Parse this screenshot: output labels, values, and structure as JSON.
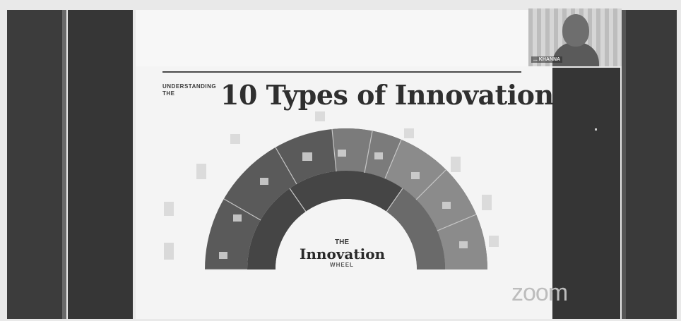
{
  "slide": {
    "title_prefix": "UNDERSTANDING THE",
    "title": "10 Types of Innovation",
    "wheel_center": {
      "the": "THE",
      "main": "Innovation",
      "sub": "WHEEL"
    }
  },
  "video_tile": {
    "participant_name": "...  KHANNA"
  },
  "watermark": "zoom",
  "colors": {
    "wheel_dark": "#4a4a4a",
    "wheel_mid": "#6b6b6b",
    "wheel_light": "#8a8a8a",
    "slide_bg": "#f4f4f4",
    "side_panel": "#363636"
  }
}
